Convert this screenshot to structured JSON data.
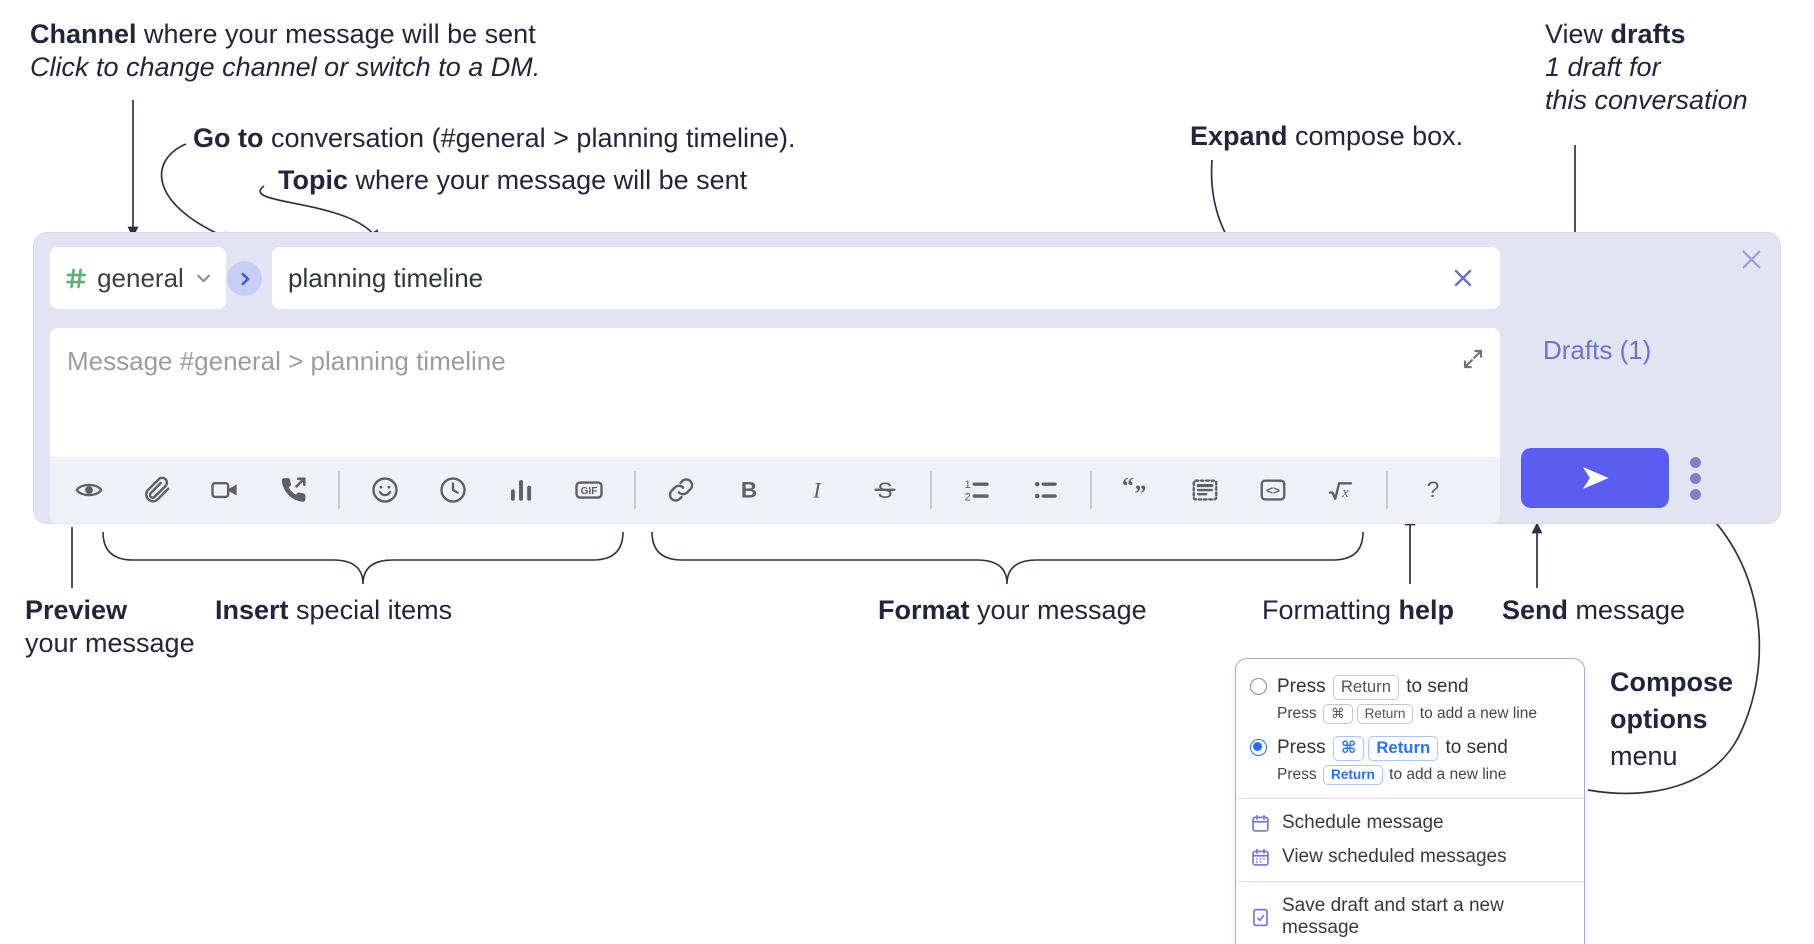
{
  "colors": {
    "compose_bg": "#e2e4f3",
    "accent_send": "#5a5ef0",
    "drafts_link": "#6d74c9",
    "hash_green": "#5cb176",
    "go_circle_bg": "#c6cef6",
    "go_chevron_blue": "#3d56e0",
    "toolbar_icon": "#5d6068",
    "annotation": "#23263b",
    "radio_checked": "#2370f0",
    "kbd_accent_text": "#2a72f3",
    "menu_icon_purple": "#7478d3"
  },
  "annotations": {
    "channel": {
      "bold": "Channel",
      "rest": " where your message will be sent",
      "line2": "Click to change channel or switch to a DM."
    },
    "goto": {
      "bold": "Go to",
      "rest": " conversation (#general > planning timeline)."
    },
    "topic": {
      "bold": "Topic",
      "rest": " where your message will be sent"
    },
    "expand": {
      "bold": "Expand",
      "rest": " compose box."
    },
    "drafts": {
      "line1_pre": "View ",
      "line1_bold": "drafts",
      "line2": "1 draft for",
      "line3": "this conversation"
    },
    "preview": {
      "bold": "Preview",
      "line2": "your message"
    },
    "insert": {
      "bold": "Insert",
      "rest": " special items"
    },
    "format": {
      "bold": "Format",
      "rest": " your message"
    },
    "help": {
      "pre": "Formatting ",
      "bold": "help"
    },
    "send": {
      "bold": "Send",
      "rest": " message"
    },
    "compose_options": {
      "line1": "Compose",
      "line2": "options",
      "line3": "menu"
    }
  },
  "compose": {
    "channel_chip": {
      "label": "general",
      "icon": "hash-icon",
      "chevron": "chevron-down-icon"
    },
    "go_button_icon": "chevron-right-icon",
    "topic_input": {
      "value": "planning timeline",
      "clear_icon": "x-clear-icon"
    },
    "close_icon": "x-close-icon",
    "message_input": {
      "placeholder": "Message #general > planning timeline",
      "expand_icon": "expand-diagonal-icon"
    },
    "drafts_label": "Drafts (1)",
    "send_button_icon": "send-arrow-icon",
    "options_button_icon": "vertical-dots-icon",
    "toolbar_groups": [
      [
        {
          "name": "preview",
          "icon": "eye"
        },
        {
          "name": "attach-file",
          "icon": "paperclip"
        },
        {
          "name": "start-video-call",
          "icon": "video"
        },
        {
          "name": "start-voice-call",
          "icon": "phone-out"
        }
      ],
      [
        {
          "name": "add-emoji",
          "icon": "emoji"
        },
        {
          "name": "add-global-time",
          "icon": "clock"
        },
        {
          "name": "add-poll",
          "icon": "poll"
        },
        {
          "name": "add-gif",
          "icon": "gif"
        }
      ],
      [
        {
          "name": "insert-link",
          "icon": "link"
        },
        {
          "name": "bold",
          "icon": "bold"
        },
        {
          "name": "italic",
          "icon": "italic"
        },
        {
          "name": "strikethrough",
          "icon": "strike"
        }
      ],
      [
        {
          "name": "numbered-list",
          "icon": "ol"
        },
        {
          "name": "bulleted-list",
          "icon": "ul"
        }
      ],
      [
        {
          "name": "quote",
          "icon": "quote"
        },
        {
          "name": "spoiler",
          "icon": "spoiler"
        },
        {
          "name": "code",
          "icon": "code"
        },
        {
          "name": "math",
          "icon": "math"
        }
      ],
      [
        {
          "name": "formatting-help",
          "icon": "help"
        }
      ]
    ]
  },
  "menu": {
    "options": [
      {
        "selected": false,
        "main": [
          [
            "text",
            "Press "
          ],
          [
            "kbd",
            "Return"
          ],
          [
            "text",
            " to send"
          ]
        ],
        "sub": [
          [
            "text",
            "Press "
          ],
          [
            "kbd",
            "⌘"
          ],
          [
            "kbd",
            "Return"
          ],
          [
            "text",
            " to add a new line"
          ]
        ]
      },
      {
        "selected": true,
        "main": [
          [
            "text",
            "Press "
          ],
          [
            "kbd-accent",
            "⌘"
          ],
          [
            "kbd-accent",
            "Return"
          ],
          [
            "text",
            " to send"
          ]
        ],
        "sub": [
          [
            "text",
            "Press "
          ],
          [
            "kbd-accent",
            "Return"
          ],
          [
            "text",
            " to add a new line"
          ]
        ]
      }
    ],
    "items": [
      {
        "icon": "calendar-icon",
        "label": "Schedule message",
        "group": 1
      },
      {
        "icon": "calendar-dots-icon",
        "label": "View scheduled messages",
        "group": 1
      },
      {
        "icon": "save-draft-icon",
        "label": "Save draft and start a new message",
        "group": 2
      }
    ]
  }
}
